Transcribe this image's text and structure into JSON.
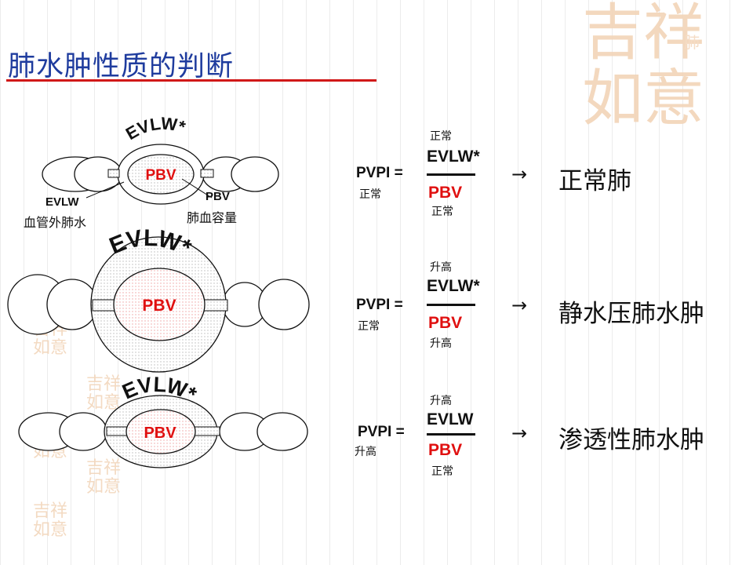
{
  "title": "肺水肿性质的判断",
  "watermark": {
    "large": "吉祥如意",
    "tag": "肺",
    "small": "吉祥如意"
  },
  "colors": {
    "title": "#1f3c9e",
    "rule": "#d11818",
    "pbv": "#e01010",
    "watermark": "#f2d4b8"
  },
  "diagram": {
    "pbv_label": "PBV",
    "evlw_arc": "EVLW*",
    "evlw_arc_3": "EVLW*",
    "callout_evlw": "EVLW",
    "callout_evlw_desc": "血管外肺水",
    "callout_pbv": "PBV",
    "callout_pbv_desc": "肺血容量"
  },
  "rows": [
    {
      "lhs": "PVPI =",
      "pvpi_state": "正常",
      "num_state": "正常",
      "numerator": "EVLW*",
      "denominator": "PBV",
      "den_state": "正常",
      "arrow": "→",
      "result": "正常肺"
    },
    {
      "lhs": "PVPI =",
      "pvpi_state": "正常",
      "num_state": "升高",
      "numerator": "EVLW*",
      "denominator": "PBV",
      "den_state": "升高",
      "arrow": "→",
      "result": "静水压肺水肿"
    },
    {
      "lhs": "PVPI =",
      "pvpi_state": "升高",
      "num_state": "升高",
      "numerator": "EVLW",
      "denominator": "PBV",
      "den_state": "正常",
      "arrow": "→",
      "result": "渗透性肺水肿"
    }
  ]
}
